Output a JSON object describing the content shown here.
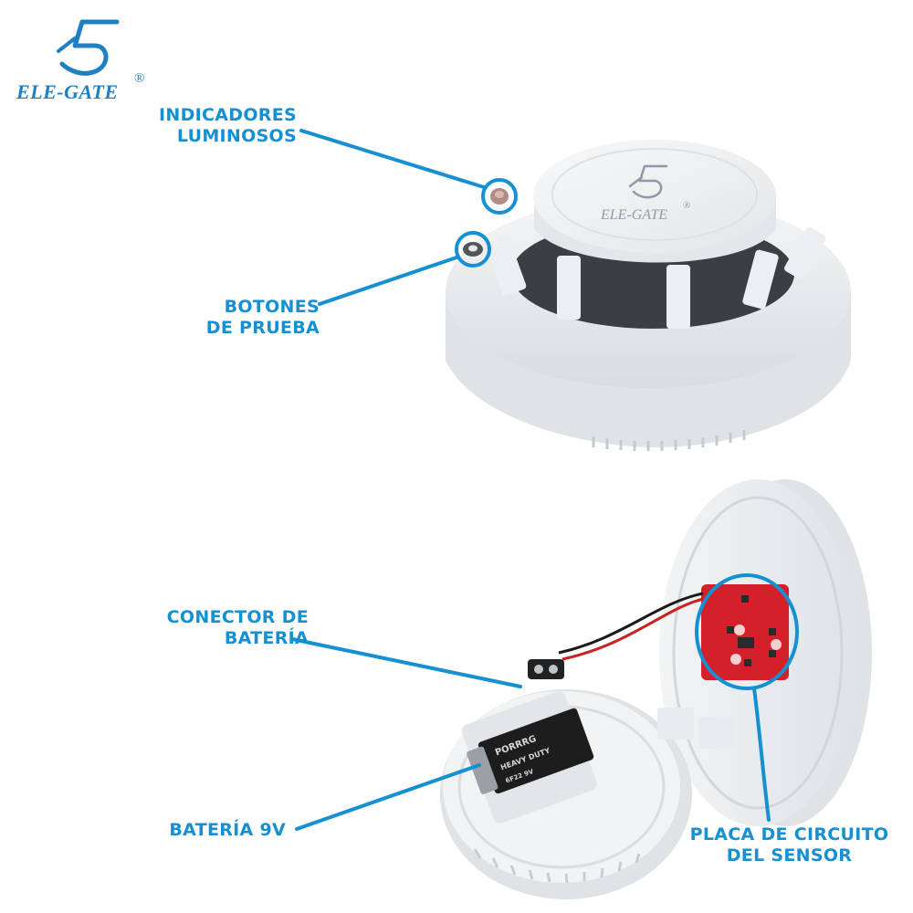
{
  "brand": {
    "name": "ELE-GATE",
    "registered": "®"
  },
  "product": {
    "lid_brand": "ELE-GATE",
    "lid_registered": "®"
  },
  "battery": {
    "brand_line": "PORRRG",
    "type_line": "HEAVY DUTY",
    "voltage_line": "6F22 9V"
  },
  "callouts": {
    "indicators": {
      "line1": "INDICADORES",
      "line2": "LUMINOSOS"
    },
    "test_buttons": {
      "line1": "BOTONES",
      "line2": "DE PRUEBA"
    },
    "battery_connector": {
      "line1": "CONECTOR DE",
      "line2": "BATERÍA"
    },
    "battery": {
      "line1": "BATERÍA 9V"
    },
    "sensor_board": {
      "line1": "PLACA DE CIRCUITO",
      "line2": "DEL SENSOR"
    }
  },
  "colors": {
    "accent": "#1590d2",
    "brand": "#1e7fc3",
    "device_body": "#e9ecee",
    "circuit_board": "#d4202a"
  }
}
